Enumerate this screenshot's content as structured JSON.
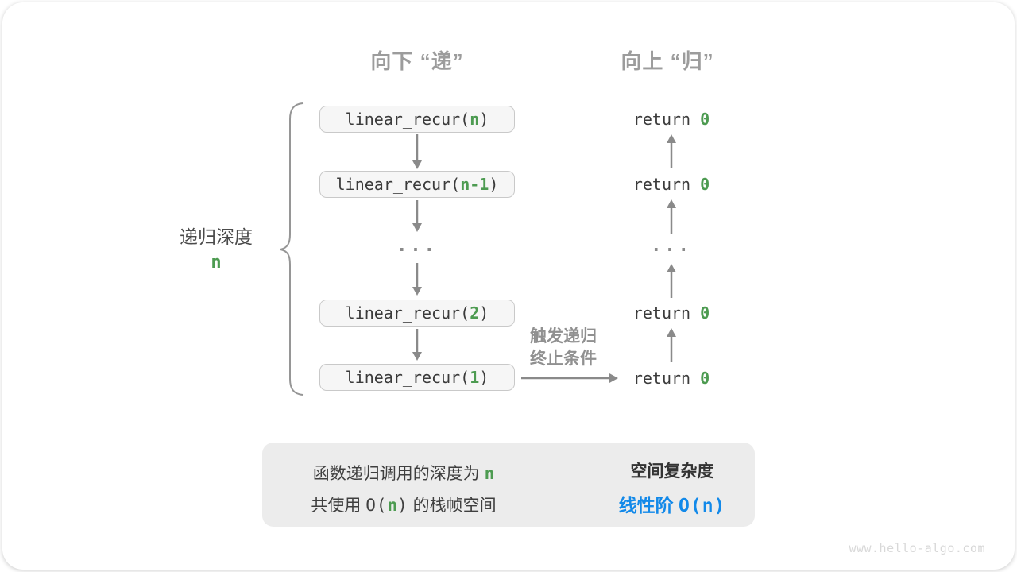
{
  "palette": {
    "green": "#4d9b51",
    "blue": "#1289e9",
    "arrow_gray": "#8a8a8a",
    "header_gray": "#9c9c9c",
    "code_text": "#3b3b3b",
    "box_fill": "#f6f6f6",
    "box_border": "#c9c9c9",
    "panel_bg": "#ececec"
  },
  "headers": {
    "down": "向下 “递”",
    "up": "向上 “归”"
  },
  "call_stack": {
    "boxes": [
      {
        "prefix": "linear_recur(",
        "arg": "n",
        "suffix": ")"
      },
      {
        "prefix": "linear_recur(",
        "arg": "n-1",
        "suffix": ")"
      },
      {
        "prefix": "linear_recur(",
        "arg": "2",
        "suffix": ")"
      },
      {
        "prefix": "linear_recur(",
        "arg": "1",
        "suffix": ")"
      }
    ],
    "ellipsis": "..."
  },
  "returns": {
    "items": [
      {
        "keyword": "return ",
        "value": "0"
      },
      {
        "keyword": "return ",
        "value": "0"
      },
      {
        "keyword": "return ",
        "value": "0"
      },
      {
        "keyword": "return ",
        "value": "0"
      }
    ],
    "ellipsis": "..."
  },
  "depth_brace": {
    "label": "递归深度",
    "value": "n"
  },
  "termination": {
    "line1": "触发递归",
    "line2": "终止条件"
  },
  "summary": {
    "left_line1_text": "函数递归调用的深度为 ",
    "left_line1_value": "n",
    "left_line2_pre": "共使用 ",
    "left_line2_code_open": "O(",
    "left_line2_value": "n",
    "left_line2_code_close": ")",
    "left_line2_post": " 的栈帧空间",
    "right_title": "空间复杂度",
    "right_term": "线性阶 ",
    "right_code": "O(n)"
  },
  "watermark": "www.hello-algo.com"
}
